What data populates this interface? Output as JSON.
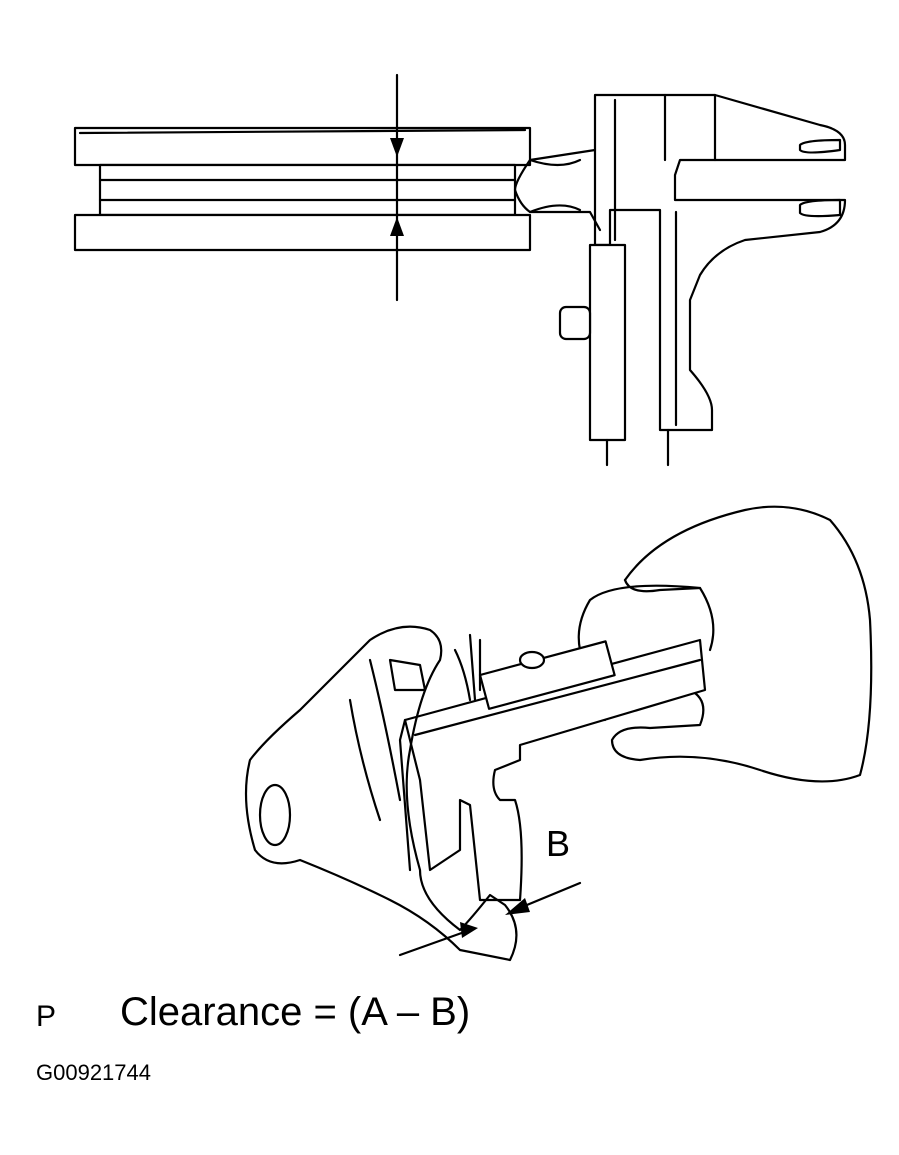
{
  "figure": {
    "label_b": "B",
    "view_label": "P",
    "formula": "Clearance = (A – B)",
    "figure_code": "G00921744"
  }
}
